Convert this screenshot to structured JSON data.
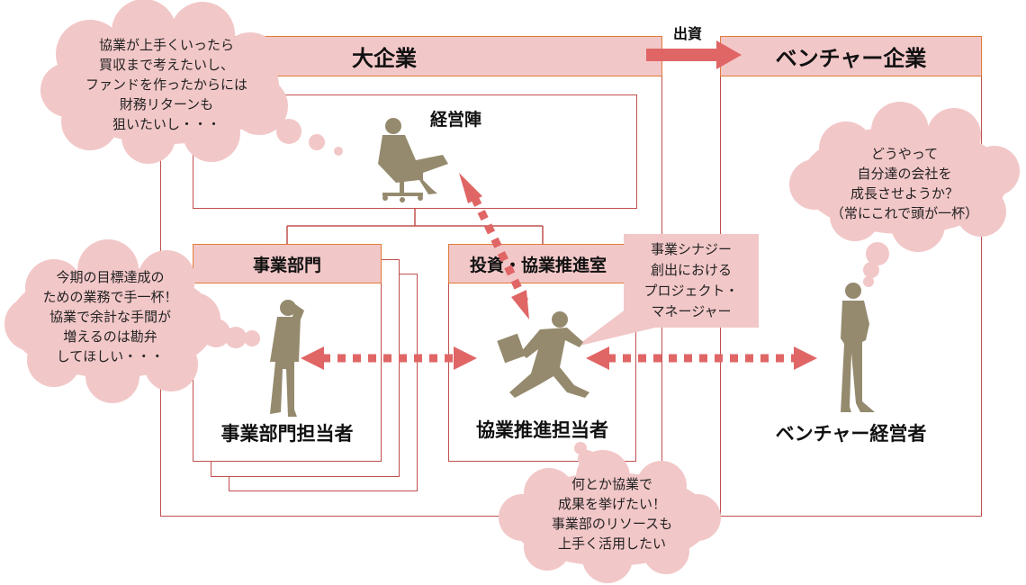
{
  "colors": {
    "border": "#c0504d",
    "header_fill": "#f2c7c8",
    "header_border": "#e07b39",
    "arrow": "#e06666",
    "cloud": "#f2c7c8",
    "silhouette": "#958a6e"
  },
  "large_company": {
    "title": "大企業",
    "management": {
      "title": "経営陣",
      "icon": "executive-in-chair-icon"
    },
    "business_division": {
      "title": "事業部門",
      "person_label": "事業部門担当者",
      "icon": "standing-person-shading-eyes-icon"
    },
    "collab_office": {
      "title": "投資・協業推進室",
      "person_label": "協業推進担当者",
      "icon": "running-businessman-icon"
    }
  },
  "investment_arrow_label": "出資",
  "venture": {
    "title": "ベンチャー企業",
    "person_label": "ベンチャー経営者",
    "icon": "standing-person-arms-crossed-icon"
  },
  "callout_pm": {
    "lines": [
      "事業シナジー",
      "創出における",
      "プロジェクト・",
      "マネージャー"
    ]
  },
  "thoughts": {
    "management": [
      "協業が上手くいったら",
      "買収まで考えたいし、",
      "ファンドを作ったからには",
      "財務リターンも",
      "狙いたいし・・・"
    ],
    "business_division": [
      "今期の目標達成の",
      "ための業務で手一杯！",
      "協業で余計な手間が",
      "増えるのは勘弁",
      "してほしい・・・"
    ],
    "collab_person": [
      "何とか協業で",
      "成果を挙げたい！",
      "事業部のリソースも",
      "上手く活用したい"
    ],
    "venture": [
      "どうやって",
      "自分達の会社を",
      "成長させようか？",
      "（常にこれで頭が一杯）"
    ]
  }
}
